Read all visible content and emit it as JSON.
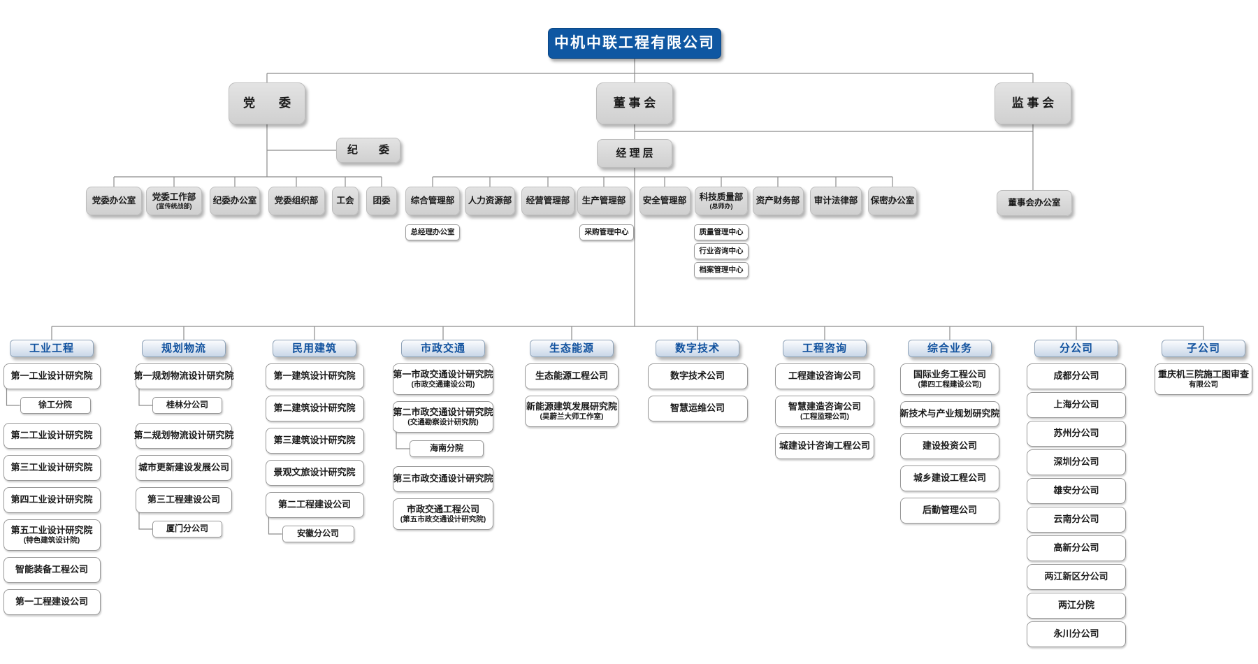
{
  "page": {
    "background": "#ffffff"
  },
  "colors": {
    "root_bg": "#0f57a2",
    "root_text": "#ffffff",
    "node_bg": "#d8d8d8",
    "category_text": "#10519e",
    "connector_line": "#8c8c8c",
    "unit_bg": "#ffffff",
    "unit_border": "#989898"
  },
  "org": {
    "root": {
      "id": "company",
      "label": "中机中联工程有限公司"
    },
    "governance": [
      {
        "id": "party-committee",
        "label": "党　　委"
      },
      {
        "id": "board-of-directors",
        "label": "董 事 会"
      },
      {
        "id": "supervisory-board",
        "label": "监 事 会"
      }
    ],
    "discipline_committee": {
      "id": "discipline-committee",
      "label": "纪　　委"
    },
    "management_level": {
      "id": "management-level",
      "label": "经 理 层"
    },
    "party_departments": [
      {
        "label": "党委办公室"
      },
      {
        "label": "党委工作部",
        "sub": "(宣传统战部)"
      },
      {
        "label": "纪委办公室"
      },
      {
        "label": "党委组织部"
      },
      {
        "label": "工会"
      },
      {
        "label": "团委"
      }
    ],
    "management_departments": [
      {
        "label": "综合管理部"
      },
      {
        "label": "人力资源部"
      },
      {
        "label": "经营管理部"
      },
      {
        "label": "生产管理部"
      },
      {
        "label": "安全管理部"
      },
      {
        "label": "科技质量部",
        "sub": "(总师办)"
      },
      {
        "label": "资产财务部"
      },
      {
        "label": "审计法律部"
      },
      {
        "label": "保密办公室"
      }
    ],
    "board_office": {
      "id": "board-office",
      "label": "董事会办公室"
    },
    "attached_centers": [
      {
        "label": "总经理办公室"
      },
      {
        "label": "采购管理中心"
      },
      {
        "label": "质量管理中心"
      },
      {
        "label": "行业咨询中心"
      },
      {
        "label": "档案管理中心"
      }
    ],
    "business_segments": [
      {
        "id": "industrial-engineering",
        "category": "工业工程",
        "units": [
          {
            "label": "第一工业设计研究院",
            "children": [
              {
                "label": "徐工分院"
              }
            ]
          },
          {
            "label": "第二工业设计研究院"
          },
          {
            "label": "第三工业设计研究院"
          },
          {
            "label": "第四工业设计研究院"
          },
          {
            "label": "第五工业设计研究院",
            "sub": "(特色建筑设计院)"
          },
          {
            "label": "智能装备工程公司"
          },
          {
            "label": "第一工程建设公司"
          }
        ]
      },
      {
        "id": "planning-logistics",
        "category": "规划物流",
        "units": [
          {
            "label": "第一规划物流设计研究院",
            "children": [
              {
                "label": "桂林分公司"
              }
            ]
          },
          {
            "label": "第二规划物流设计研究院"
          },
          {
            "label": "城市更新建设发展公司"
          },
          {
            "label": "第三工程建设公司",
            "children": [
              {
                "label": "厦门分公司"
              }
            ]
          }
        ]
      },
      {
        "id": "civil-architecture",
        "category": "民用建筑",
        "units": [
          {
            "label": "第一建筑设计研究院"
          },
          {
            "label": "第二建筑设计研究院"
          },
          {
            "label": "第三建筑设计研究院"
          },
          {
            "label": "景观文旅设计研究院"
          },
          {
            "label": "第二工程建设公司",
            "children": [
              {
                "label": "安徽分公司"
              }
            ]
          }
        ]
      },
      {
        "id": "municipal-transport",
        "category": "市政交通",
        "units": [
          {
            "label": "第一市政交通设计研究院",
            "sub": "(市政交通建设公司)"
          },
          {
            "label": "第二市政交通设计研究院",
            "sub": "(交通勘察设计研究院)",
            "children": [
              {
                "label": "海南分院"
              }
            ]
          },
          {
            "label": "第三市政交通设计研究院"
          },
          {
            "label": "市政交通工程公司",
            "sub": "(第五市政交通设计研究院)"
          }
        ]
      },
      {
        "id": "eco-energy",
        "category": "生态能源",
        "units": [
          {
            "label": "生态能源工程公司"
          },
          {
            "label": "新能源建筑发展研究院",
            "sub": "(吴蔚兰大师工作室)"
          }
        ]
      },
      {
        "id": "digital-technology",
        "category": "数字技术",
        "units": [
          {
            "label": "数字技术公司"
          },
          {
            "label": "智慧运维公司"
          }
        ]
      },
      {
        "id": "engineering-consulting",
        "category": "工程咨询",
        "units": [
          {
            "label": "工程建设咨询公司"
          },
          {
            "label": "智慧建造咨询公司",
            "sub": "(工程监理公司)"
          },
          {
            "label": "城建设计咨询工程公司"
          }
        ]
      },
      {
        "id": "comprehensive-business",
        "category": "综合业务",
        "units": [
          {
            "label": "国际业务工程公司",
            "sub": "(第四工程建设公司)"
          },
          {
            "label": "新技术与产业规划研究院"
          },
          {
            "label": "建设投资公司"
          },
          {
            "label": "城乡建设工程公司"
          },
          {
            "label": "后勤管理公司"
          }
        ]
      },
      {
        "id": "branch-companies",
        "category": "分公司",
        "units": [
          {
            "label": "成都分公司"
          },
          {
            "label": "上海分公司"
          },
          {
            "label": "苏州分公司"
          },
          {
            "label": "深圳分公司"
          },
          {
            "label": "雄安分公司"
          },
          {
            "label": "云南分公司"
          },
          {
            "label": "高新分公司"
          },
          {
            "label": "两江新区分公司"
          },
          {
            "label": "两江分院"
          },
          {
            "label": "永川分公司"
          }
        ]
      },
      {
        "id": "subsidiaries",
        "category": "子公司",
        "units": [
          {
            "label": "重庆机三院施工图审查",
            "sub": "有限公司"
          }
        ]
      }
    ]
  }
}
